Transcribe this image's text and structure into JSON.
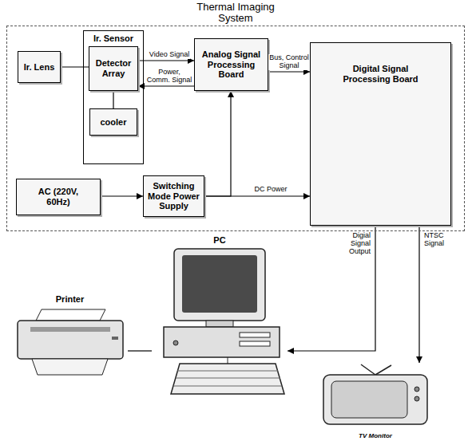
{
  "diagram": {
    "nodes": [
      {
        "text": [
          "Thermal Imaging System"
        ]
      },
      {
        "text": [
          "Ir. Sensor"
        ],
        "in": 0
      },
      {
        "text": [
          "Ir. Lens"
        ],
        "in": 0
      },
      {
        "text": [
          "Detector Array"
        ],
        "in": 1
      },
      {
        "text": [
          "cooler"
        ],
        "in": 1
      },
      {
        "text": [
          "Analog Signal Processing Board"
        ],
        "in": 0
      },
      {
        "text": [
          "AC (220V, 60Hz)"
        ],
        "in": 0
      },
      {
        "text": [
          "Switching Mode Power Supply"
        ],
        "in": 0
      },
      {
        "text": [
          "Digital Signal Processing Board"
        ],
        "in": 0
      },
      {
        "text": [
          "PC"
        ]
      },
      {
        "text": [
          "Printer"
        ]
      },
      {
        "text": [
          "TV Monitor"
        ]
      }
    ],
    "edges": [
      {
        "from": 2,
        "to": 3,
        "arrow": "none"
      },
      {
        "from": 3,
        "to": 5,
        "label": "Video Signal",
        "arrow": "to"
      },
      {
        "from": 5,
        "to": 3,
        "label": "Power, Comm. Signal",
        "arrow": "to"
      },
      {
        "from": 3,
        "to": 4,
        "arrow": "none"
      },
      {
        "from": 6,
        "to": 7,
        "arrow": "to"
      },
      {
        "from": 7,
        "to": 5,
        "arrow": "to"
      },
      {
        "from": 7,
        "to": 8,
        "label": "DC Power",
        "arrow": "to"
      },
      {
        "from": 5,
        "to": 8,
        "label": "Bus, Control Signal",
        "arrow": "to"
      },
      {
        "from": 8,
        "to": 9,
        "label": "Digial Signal Output",
        "arrow": "to"
      },
      {
        "from": 8,
        "to": 11,
        "label": "NTSC Signal",
        "arrow": "to"
      },
      {
        "from": 9,
        "to": 10,
        "arrow": "none"
      }
    ]
  }
}
